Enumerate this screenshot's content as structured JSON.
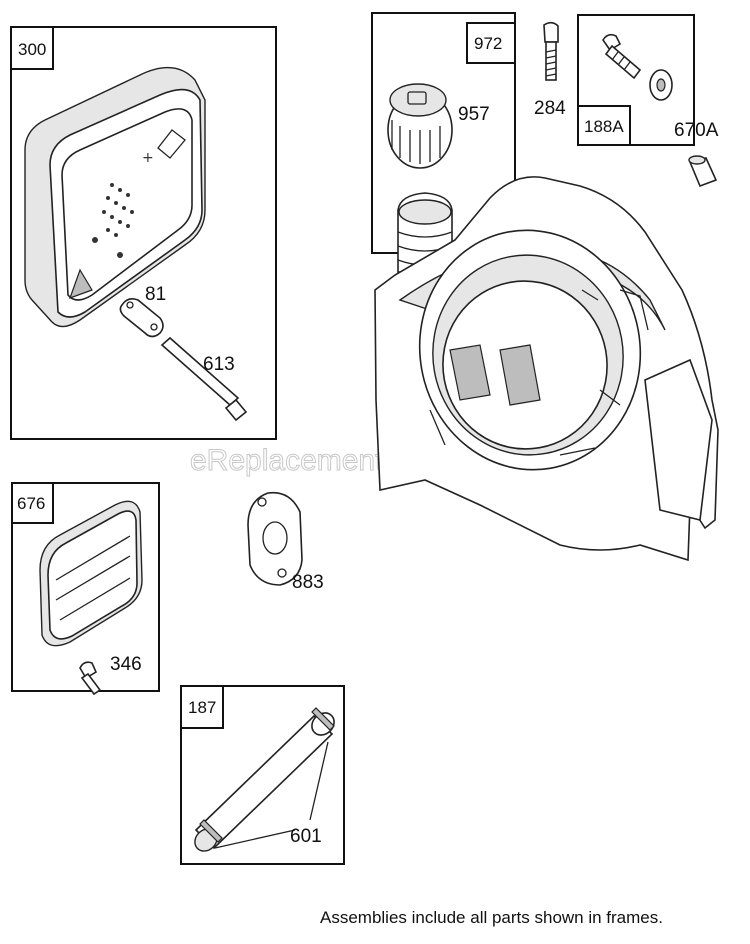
{
  "frames": {
    "f300": "300",
    "f972": "972",
    "f188a": "188A",
    "f676": "676",
    "f187": "187"
  },
  "callouts": {
    "c957": "957",
    "c284": "284",
    "c670a": "670A",
    "c81": "81",
    "c613": "613",
    "c883": "883",
    "c346": "346",
    "c601": "601"
  },
  "watermark": "eReplacementParts.com",
  "footer_note": "Assemblies include all parts shown in frames."
}
